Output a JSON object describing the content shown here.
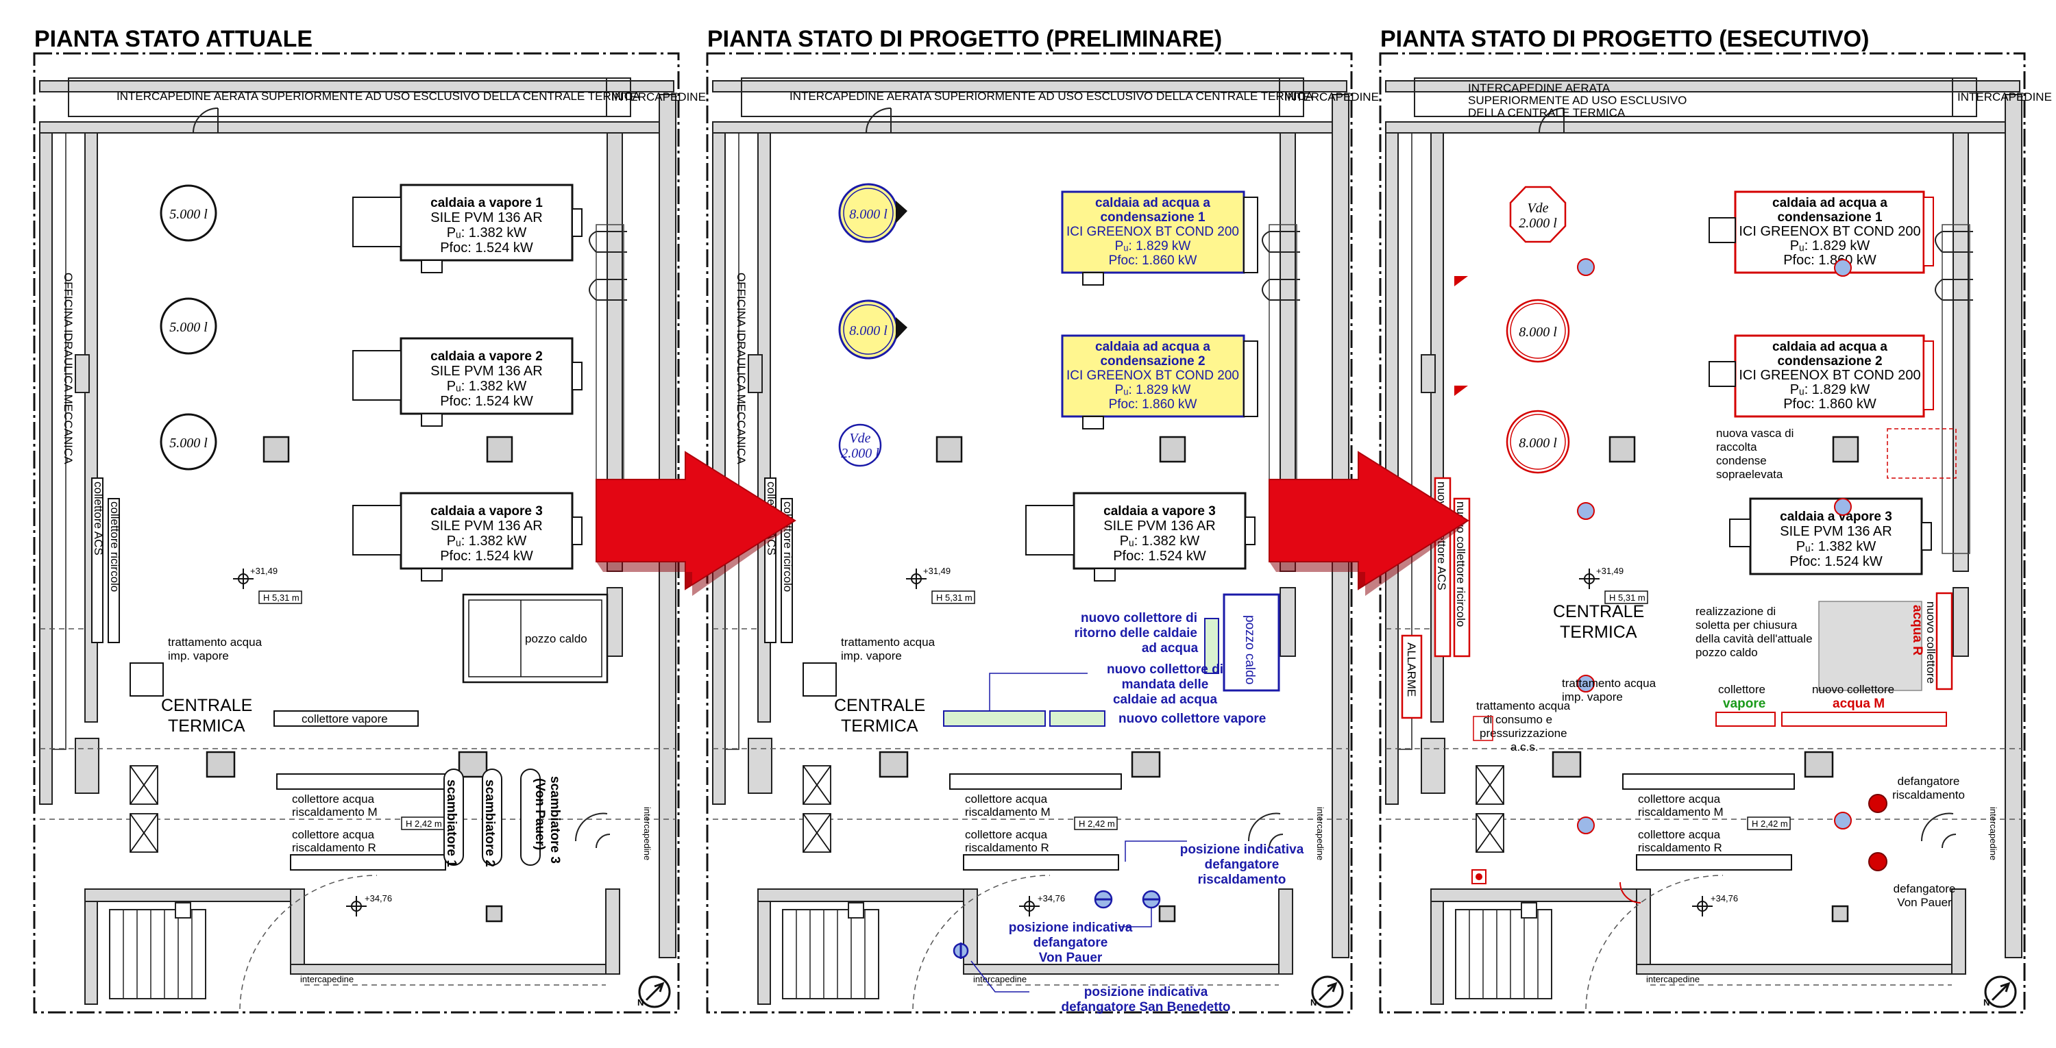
{
  "titles": {
    "left": "PIANTA STATO ATTUALE",
    "middle": "PIANTA STATO DI PROGETTO (PRELIMINARE)",
    "right": "PIANTA STATO DI PROGETTO (ESECUTIVO)"
  },
  "common": {
    "intercapedine_top": "INTERCAPEDINE AERATA SUPERIORMENTE AD USO ESCLUSIVO DELLA CENTRALE TERMICA",
    "intercapedine_top_r1": "INTERCAPEDINE AERATA",
    "intercapedine_top_r2": "SUPERIORMENTE AD USO ESCLUSIVO",
    "intercapedine_top_r3": "DELLA CENTRALE TERMICA",
    "intercapedine_side": "INTERCAPEDINE",
    "intercapedine_small": "intercapedine",
    "officina": "OFFICINA IDRAULICA MECCANICA",
    "centrale_1": "CENTRALE",
    "centrale_2": "TERMICA",
    "collettore_acs": "collettore ACS",
    "collettore_ricircolo": "collettore ricircolo",
    "h531": "H 5,31 m",
    "h242": "H 2,42 m",
    "quota_3149": "+31,49",
    "quota_3476": "+34,76",
    "collettore_m_1": "collettore acqua",
    "collettore_m_2": "riscaldamento M",
    "collettore_r_1": "collettore acqua",
    "collettore_r_2": "riscaldamento R",
    "trattamento_1": "trattamento acqua",
    "trattamento_2": "imp. vapore"
  },
  "left": {
    "tank_1": "5.000 l",
    "tank_2": "5.000 l",
    "tank_3": "5.000 l",
    "boiler_1": {
      "name": "caldaia a vapore 1",
      "model": "SILE PVM 136 AR",
      "pu": "Pᵤ: 1.382 kW",
      "pfoc": "Pfoc: 1.524 kW"
    },
    "boiler_2": {
      "name": "caldaia a vapore 2",
      "model": "SILE PVM 136 AR",
      "pu": "Pᵤ: 1.382 kW",
      "pfoc": "Pfoc: 1.524 kW"
    },
    "boiler_3": {
      "name": "caldaia a vapore 3",
      "model": "SILE PVM 136 AR",
      "pu": "Pᵤ: 1.382 kW",
      "pfoc": "Pfoc: 1.524 kW"
    },
    "pozzo_caldo": "pozzo caldo",
    "collettore_vapore": "collettore vapore",
    "scambiatore_1": "scambiatore 1",
    "scambiatore_2": "scambiatore 2",
    "scambiatore_3_1": "scambiatore 3",
    "scambiatore_3_2": "(Von Pauer)"
  },
  "middle": {
    "tank_1": "8.000 l",
    "tank_2": "8.000 l",
    "tank_vde_1": "Vde",
    "tank_vde_2": "2.000 l",
    "boiler_1": {
      "l1": "caldaia ad acqua a",
      "l2": "condensazione 1",
      "model": "ICI GREENOX BT COND 200",
      "pu": "Pᵤ: 1.829 kW",
      "pfoc": "Pfoc: 1.860 kW"
    },
    "boiler_2": {
      "l1": "caldaia ad acqua a",
      "l2": "condensazione 2",
      "model": "ICI GREENOX BT COND 200",
      "pu": "Pᵤ: 1.829 kW",
      "pfoc": "Pfoc: 1.860 kW"
    },
    "boiler_3": {
      "name": "caldaia a vapore 3",
      "model": "SILE PVM 136 AR",
      "pu": "Pᵤ: 1.382 kW",
      "pfoc": "Pfoc: 1.524 kW"
    },
    "pozzo_caldo": "pozzo caldo",
    "nuovo_ritorno": [
      "nuovo collettore di",
      "ritorno delle caldaie",
      "ad acqua"
    ],
    "nuovo_mandata": [
      "nuovo collettore di",
      "mandata delle",
      "caldaie ad acqua"
    ],
    "nuovo_vapore": "nuovo collettore vapore",
    "pos_risc": [
      "posizione indicativa",
      "defangatore",
      "riscaldamento"
    ],
    "pos_von": [
      "posizione indicativa",
      "defangatore",
      "Von Pauer"
    ],
    "pos_sb": [
      "posizione indicativa",
      "defangatore San Benedetto"
    ]
  },
  "right": {
    "tank_vde_1": "Vde",
    "tank_vde_2": "2.000 l",
    "tank_1": "8.000 l",
    "tank_2": "8.000 l",
    "boiler_1": {
      "l1": "caldaia ad acqua a",
      "l2": "condensazione 1",
      "model": "ICI GREENOX BT COND 200",
      "pu": "Pᵤ: 1.829 kW",
      "pfoc": "Pfoc: 1.860 kW"
    },
    "boiler_2": {
      "l1": "caldaia ad acqua a",
      "l2": "condensazione 2",
      "model": "ICI GREENOX BT COND 200",
      "pu": "Pᵤ: 1.829 kW",
      "pfoc": "Pfoc: 1.860 kW"
    },
    "boiler_3": {
      "name": "caldaia a vapore 3",
      "model": "SILE PVM 136 AR",
      "pu": "Pᵤ: 1.382 kW",
      "pfoc": "Pfoc: 1.524 kW"
    },
    "vasca": [
      "nuova vasca di",
      "raccolta",
      "condense",
      "sopraelevata"
    ],
    "soletta": [
      "realizzazione di",
      "soletta per chiusura",
      "della cavità dell'attuale",
      "pozzo caldo"
    ],
    "nuovo_acs": "nuovo collettore ACS",
    "nuovo_ricircolo": "nuovo collettore ricircolo",
    "allarme": "ALLARME",
    "trattamento_cons": [
      "trattamento acqua",
      "di consumo e",
      "pressurizzazione",
      "a.c.s."
    ],
    "collettore_label": "collettore",
    "vapore": "vapore",
    "nuovo_coll_m": "nuovo collettore",
    "acqua_m": "acqua M",
    "nuovo_coll_r": "nuovo collettore",
    "acqua_r": "acqua R",
    "defang_risc": [
      "defangatore",
      "riscaldamento"
    ],
    "defang_von": [
      "defangatore",
      "Von Pauer"
    ]
  },
  "colors": {
    "arrow": "#e30613",
    "new_blue": "#1a1aa8",
    "new_red": "#d40000",
    "new_green": "#1a9a1a",
    "highlight_yellow": "#fff68f",
    "pipe_green": "#d9f2d0",
    "pump_fill": "#9bb8e8"
  }
}
